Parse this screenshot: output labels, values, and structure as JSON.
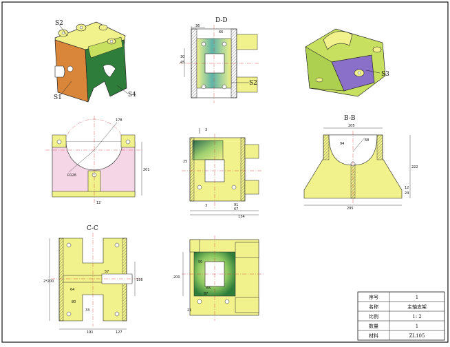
{
  "sheet": {
    "view_titles": {
      "dd": "D-D",
      "bb": "B-B",
      "cc": "C-C"
    },
    "surface_labels": {
      "s2_top": "S2",
      "s1": "S1",
      "s4": "S4",
      "s2_dd": "S2",
      "s3": "S3"
    }
  },
  "dims": {
    "dd_top": "36",
    "dd_left1": "30",
    "dd_left2": "45",
    "dd_left3": "66",
    "sec_a": "178",
    "sec_b": "R126",
    "sec_c": "201",
    "sec_d": "12",
    "bb_top": "205",
    "bb_r": "68",
    "bb_r2": "94",
    "bb_h": "222",
    "bb_bottom": "295",
    "bb_small": "12",
    "bb_small2": "24",
    "mid_a": "91",
    "mid_b": "67",
    "mid_c": "134",
    "mid_d": "25",
    "cc_a": "191",
    "cc_b": "127",
    "cc_c": "156",
    "cc_d": "2*200",
    "cc_e": "57",
    "cc_f": "64",
    "cc_g": "80",
    "cc_h": "33",
    "bm_a": "200",
    "bm_b": "50",
    "bm_c": "65",
    "bm_d": "87",
    "bm_e": "21",
    "sec_mark": "3"
  },
  "title_block": {
    "rows": [
      {
        "label": "序号",
        "value": "1"
      },
      {
        "label": "名称",
        "value": "主轴支架"
      },
      {
        "label": "比例",
        "value": "1: 2"
      },
      {
        "label": "数量",
        "value": "1"
      },
      {
        "label": "材料",
        "value": "ZL105"
      }
    ]
  },
  "colors": {
    "yellow": "#f2f28c",
    "yellow_dark": "#cdd84a",
    "green": "#2e7d3a",
    "orange": "#d9863a",
    "purple": "#8a70c8",
    "pink": "#f5d6e6",
    "teal": "#3fa19a",
    "border": "#111111"
  }
}
